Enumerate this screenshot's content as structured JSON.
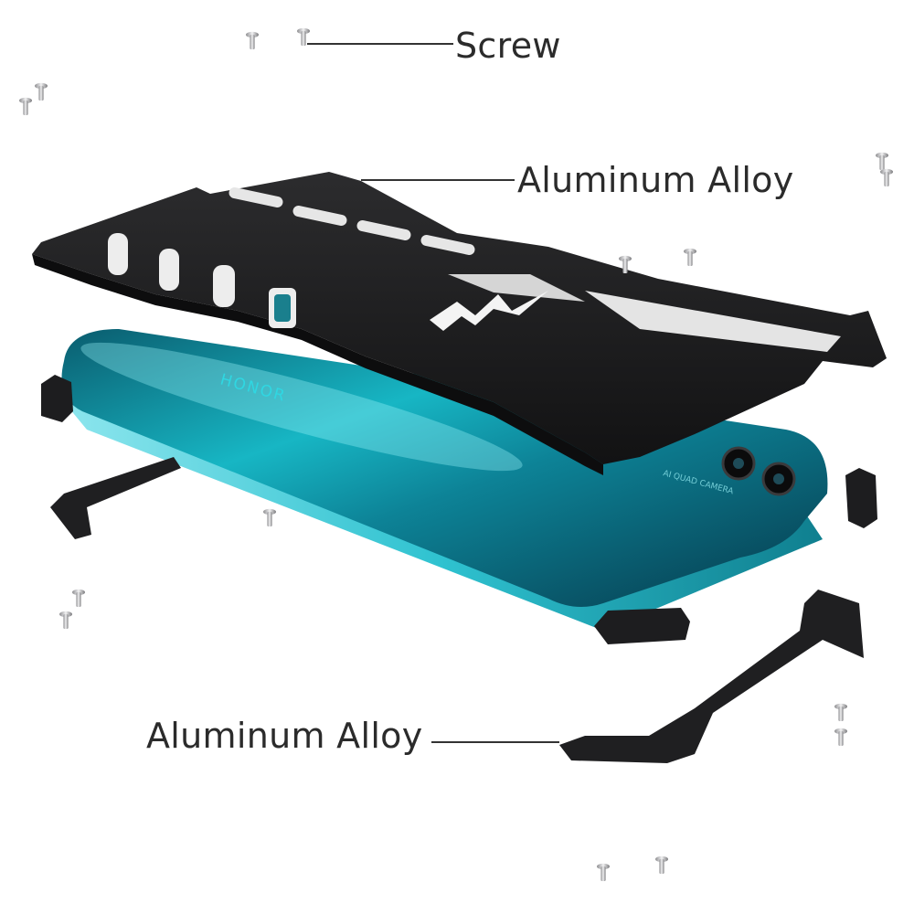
{
  "callouts": {
    "screw": "Screw",
    "top_alloy": "Aluminum Alloy",
    "bottom_alloy": "Aluminum Alloy"
  },
  "phone": {
    "brand": "HONOR",
    "camera_text": "AI QUAD CAMERA"
  },
  "colors": {
    "phone_teal": "#17b6c4",
    "phone_dark": "#063f52",
    "frame_black": "#1d1d1f",
    "screw_silver": "#c9c9cb",
    "callout_text": "#2b2b2b"
  }
}
